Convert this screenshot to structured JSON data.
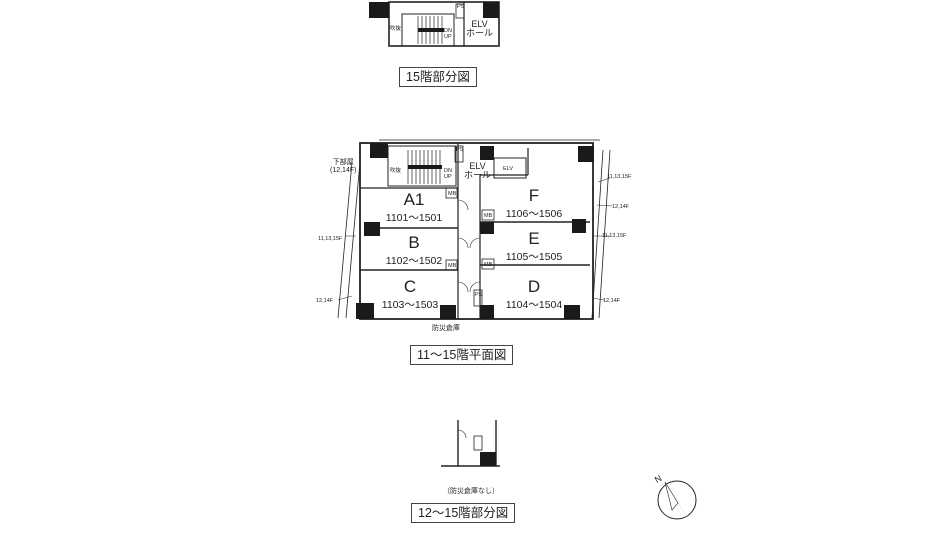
{
  "captions": {
    "floor15_partial": "15階部分図",
    "floor11_15_plan": "11～15階平面図",
    "floor12_15_partial": "12～15階部分図"
  },
  "notes": {
    "no_storage": "（防災倉庫なし）",
    "disaster_storage": "防災倉庫",
    "lower_floor_unit": "下部屋",
    "lower_floor_unit_floors": "(12,14F)"
  },
  "core": {
    "elv_hall_line1": "ELV",
    "elv_hall_line2": "ホール",
    "elv": "ELV",
    "void": "吹抜",
    "stair_dn": "DN",
    "stair_up": "UP",
    "ps": "PS",
    "mb": "MB"
  },
  "units": [
    {
      "letter": "A1",
      "range": "1101～1501"
    },
    {
      "letter": "B",
      "range": "1102～1502"
    },
    {
      "letter": "C",
      "range": "1103～1503"
    },
    {
      "letter": "D",
      "range": "1104～1504"
    },
    {
      "letter": "E",
      "range": "1105～1505"
    },
    {
      "letter": "F",
      "range": "1106～1506"
    }
  ],
  "balcony_floor_labels": {
    "left_mid": "11,13,15F",
    "left_bottom": "12,14F",
    "right_top": "11,13,15F",
    "right_top2": "12,14F",
    "right_mid": "11,13,15F",
    "right_bottom": "12,14F"
  },
  "compass": {
    "north": "N"
  },
  "colors": {
    "wall": "#1a1a1a",
    "line": "#333333",
    "background": "#ffffff"
  }
}
